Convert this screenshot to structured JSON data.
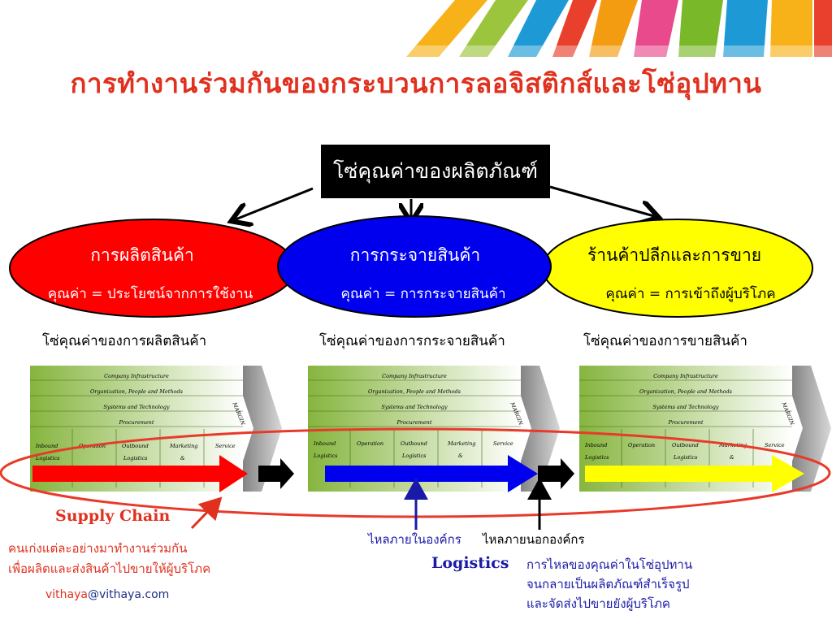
{
  "colors": {
    "title": "#e0311f",
    "production": "#ff0000",
    "distribution": "#0000ee",
    "retail": "#ffff00",
    "blue_text": "#1a1aa8"
  },
  "title": "การทำงานร่วมกันของกระบวนการลอจิสติกส์และโซ่อุปทาน",
  "main_box": "โซ่คุณค่าของผลิตภัณฑ์",
  "ellipses": [
    {
      "title": "การผลิตสินค้า",
      "value": "คุณค่า =  ประโยชน์จากการใช้งาน"
    },
    {
      "title": "การกระจายสินค้า",
      "value": "คุณค่า = การกระจายสินค้า"
    },
    {
      "title": "ร้านค้าปลีกและการขาย",
      "value": "คุณค่า = การเข้าถึงผู้บริโภค"
    }
  ],
  "chain_labels": [
    "โซ่คุณค่าของการผลิตสินค้า",
    "โซ่คุณค่าของการกระจายสินค้า",
    "โซ่คุณค่าของการขายสินค้า"
  ],
  "value_chain": {
    "support": [
      "Company Infrastructure",
      "Organization, People and Methods",
      "Systems and Technology",
      "Procurement"
    ],
    "margin": "MARGIN",
    "primary": [
      {
        "line1": "Inbound",
        "line2": "Logistics"
      },
      {
        "line1": "Operation",
        "line2": ""
      },
      {
        "line1": "Outbound",
        "line2": "Logistics"
      },
      {
        "line1": "Marketing",
        "line2": "&"
      },
      {
        "line1": "Service",
        "line2": ""
      }
    ]
  },
  "supply_chain": "Supply  Chain",
  "supply_note": [
    "คนเก่งแต่ละอย่างมาทำงานร่วมกัน",
    "เพื่อผลิตและส่งสินค้าไปขายให้ผู้บริโภค"
  ],
  "internal_flow": "ไหลภายในองค์กร",
  "external_flow": "ไหลภายนอกองค์กร",
  "logistics": "Logistics",
  "logistics_note": [
    "การไหลของคุณค่าในโซ่อุปทาน",
    "จนกลายเป็นผลิตภัณฑ์สำเร็จรูป",
    "และจัดส่งไปขายยังผู้บริโภค"
  ],
  "email_user": "vithaya",
  "email_domain": "@vithaya.com"
}
